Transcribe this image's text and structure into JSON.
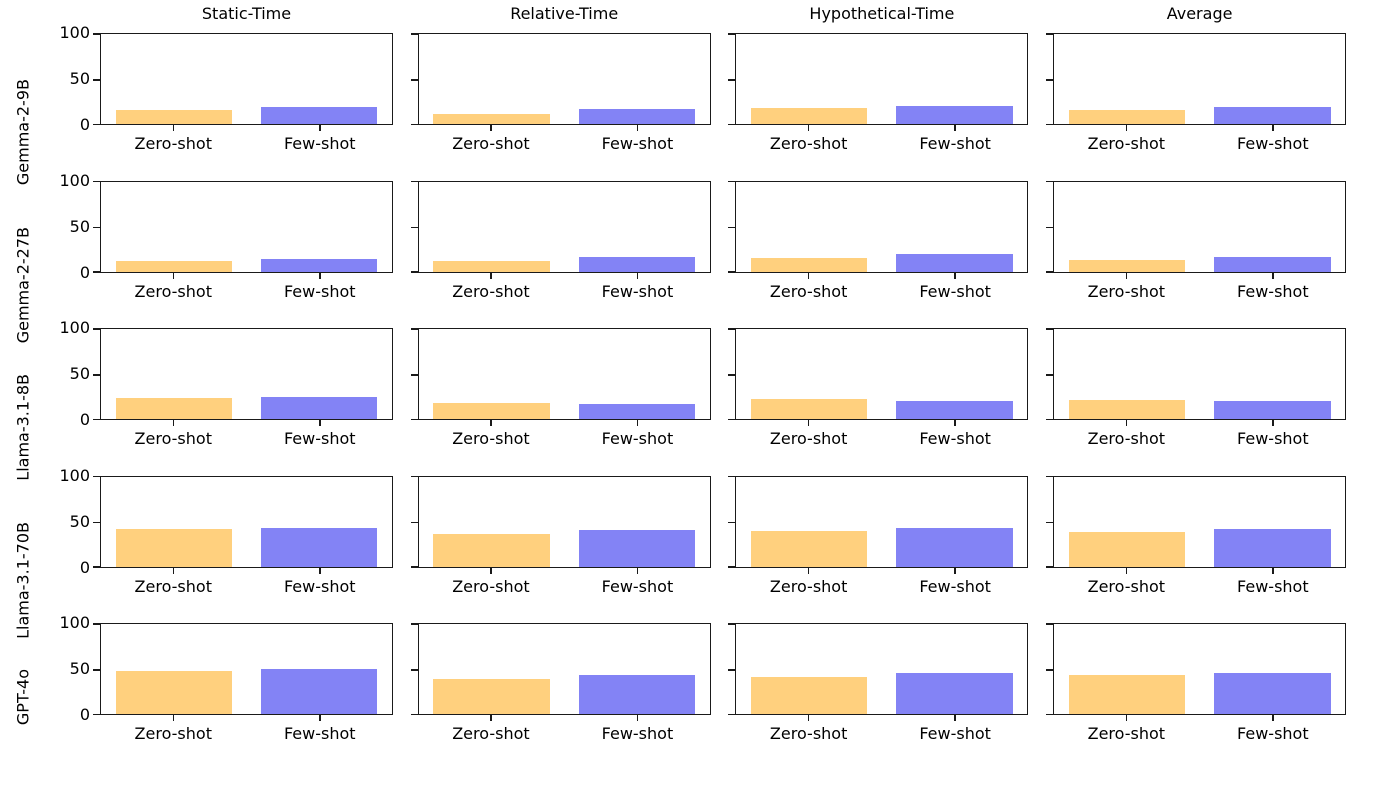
{
  "figure_title": "",
  "chart_data": {
    "type": "bar",
    "layout": "grid of 5 model rows x 4 task columns, each subplot has two bars",
    "rows": [
      "Gemma-2-9B",
      "Gemma-2-27B",
      "Llama-3.1-8B",
      "Llama-3.1-70B",
      "GPT-4o"
    ],
    "columns": [
      "Static-Time",
      "Relative-Time",
      "Hypothetical-Time",
      "Average"
    ],
    "categories": [
      "Zero-shot",
      "Few-shot"
    ],
    "bar_colors": [
      "#ffd07e",
      "#8383f5"
    ],
    "spine_color": "#1a1a1a",
    "ylim": [
      0,
      100
    ],
    "yticks": [
      0,
      50,
      100
    ],
    "ytick_labels_visible_on_first_column_only": true,
    "grid": false,
    "legend": "none",
    "values": [
      [
        [
          16,
          19
        ],
        [
          11,
          17
        ],
        [
          18,
          20
        ],
        [
          15,
          19
        ]
      ],
      [
        [
          12,
          14
        ],
        [
          12,
          16
        ],
        [
          15,
          19
        ],
        [
          13,
          16
        ]
      ],
      [
        [
          23,
          25
        ],
        [
          18,
          17
        ],
        [
          22,
          20
        ],
        [
          21,
          20
        ]
      ],
      [
        [
          42,
          43
        ],
        [
          36,
          41
        ],
        [
          40,
          43
        ],
        [
          39,
          42
        ]
      ],
      [
        [
          48,
          50
        ],
        [
          39,
          43
        ],
        [
          41,
          46
        ],
        [
          43,
          46
        ]
      ]
    ]
  }
}
